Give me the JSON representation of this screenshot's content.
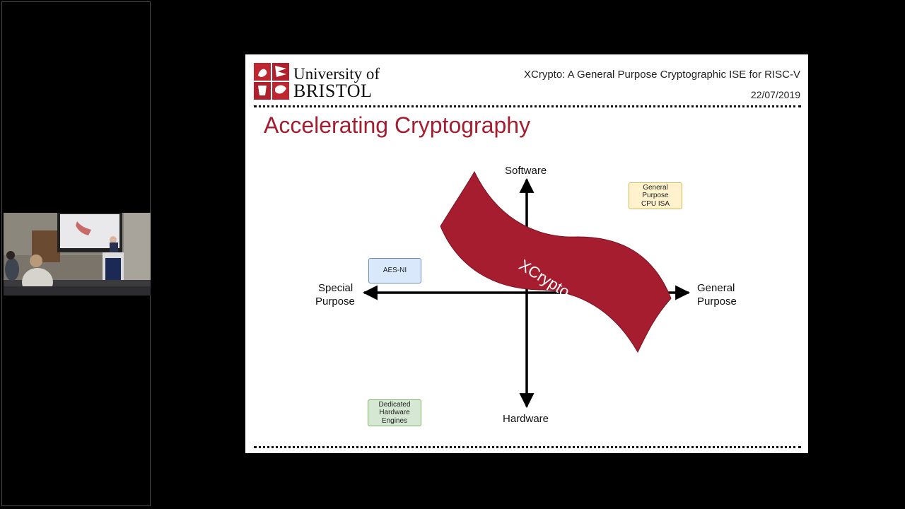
{
  "header": {
    "university_line1": "University of",
    "university_line2": "BRISTOL",
    "talk_title": "XCrypto: A General Purpose Cryptographic ISE for RISC-V",
    "date": "22/07/2019"
  },
  "slide": {
    "title": "Accelerating Cryptography",
    "axes": {
      "top": "Software",
      "bottom": "Hardware",
      "left_line1": "Special",
      "left_line2": "Purpose",
      "right_line1": "General",
      "right_line2": "Purpose"
    },
    "band_label": "XCrypto",
    "boxes": {
      "aes": {
        "label": "AES-NI"
      },
      "gp_cpu": {
        "line1": "General",
        "line2": "Purpose",
        "line3": "CPU ISA"
      },
      "dedicated": {
        "line1": "Dedicated",
        "line2": "Hardware",
        "line3": "Engines"
      }
    }
  },
  "colors": {
    "brand_red": "#a51e2f",
    "band_fill": "#a71d30",
    "aes_fill": "#dae8fc",
    "aes_border": "#6c8ebf",
    "gp_fill": "#fff2cc",
    "gp_border": "#d6b656",
    "ded_fill": "#d5e8d4",
    "ded_border": "#82b366"
  }
}
